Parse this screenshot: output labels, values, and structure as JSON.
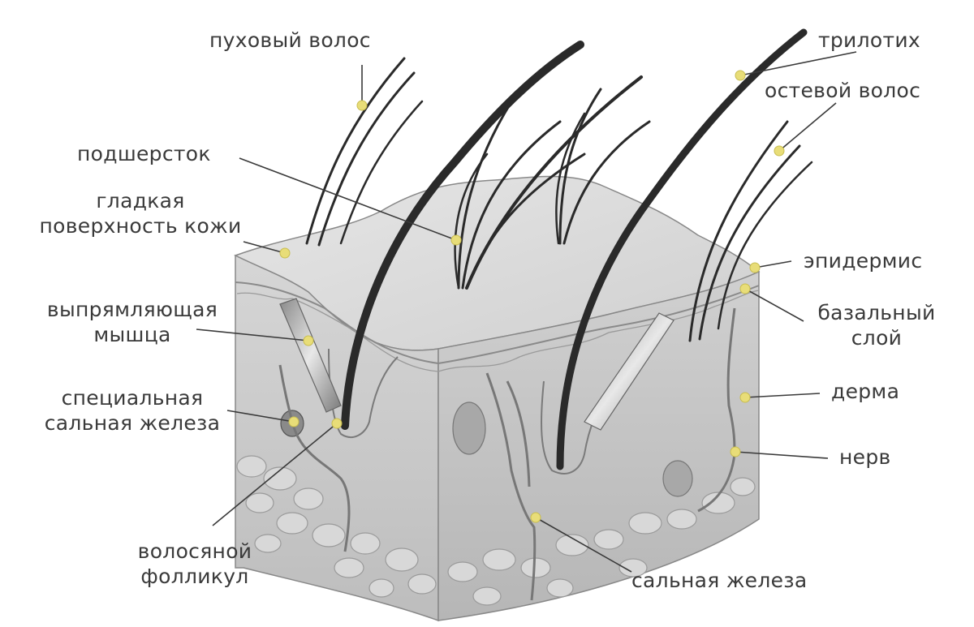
{
  "labels": {
    "vellus_hair": "пуховый волос",
    "undercoat": "подшерсток",
    "smooth_skin_1": "гладкая",
    "smooth_skin_2": "поверхность кожи",
    "arrector_1": "выпрямляющая",
    "arrector_2": "мышца",
    "special_gland_1": "специальная",
    "special_gland_2": "сальная железа",
    "follicle_1": "волосяной",
    "follicle_2": "фолликул",
    "sebaceous_gland": "сальная железа",
    "trilotrix": "трилотих",
    "guard_hair": "остевой волос",
    "epidermis": "эпидермис",
    "basal_1": "базальный",
    "basal_2": "слой",
    "dermis": "дерма",
    "nerve": "нерв"
  },
  "colors": {
    "marker": "#e8dd78",
    "leader": "#3a3a3a",
    "hair": "#2a2a2a",
    "surface": "#dcdcdc",
    "tissue": "#c9c9c9"
  }
}
